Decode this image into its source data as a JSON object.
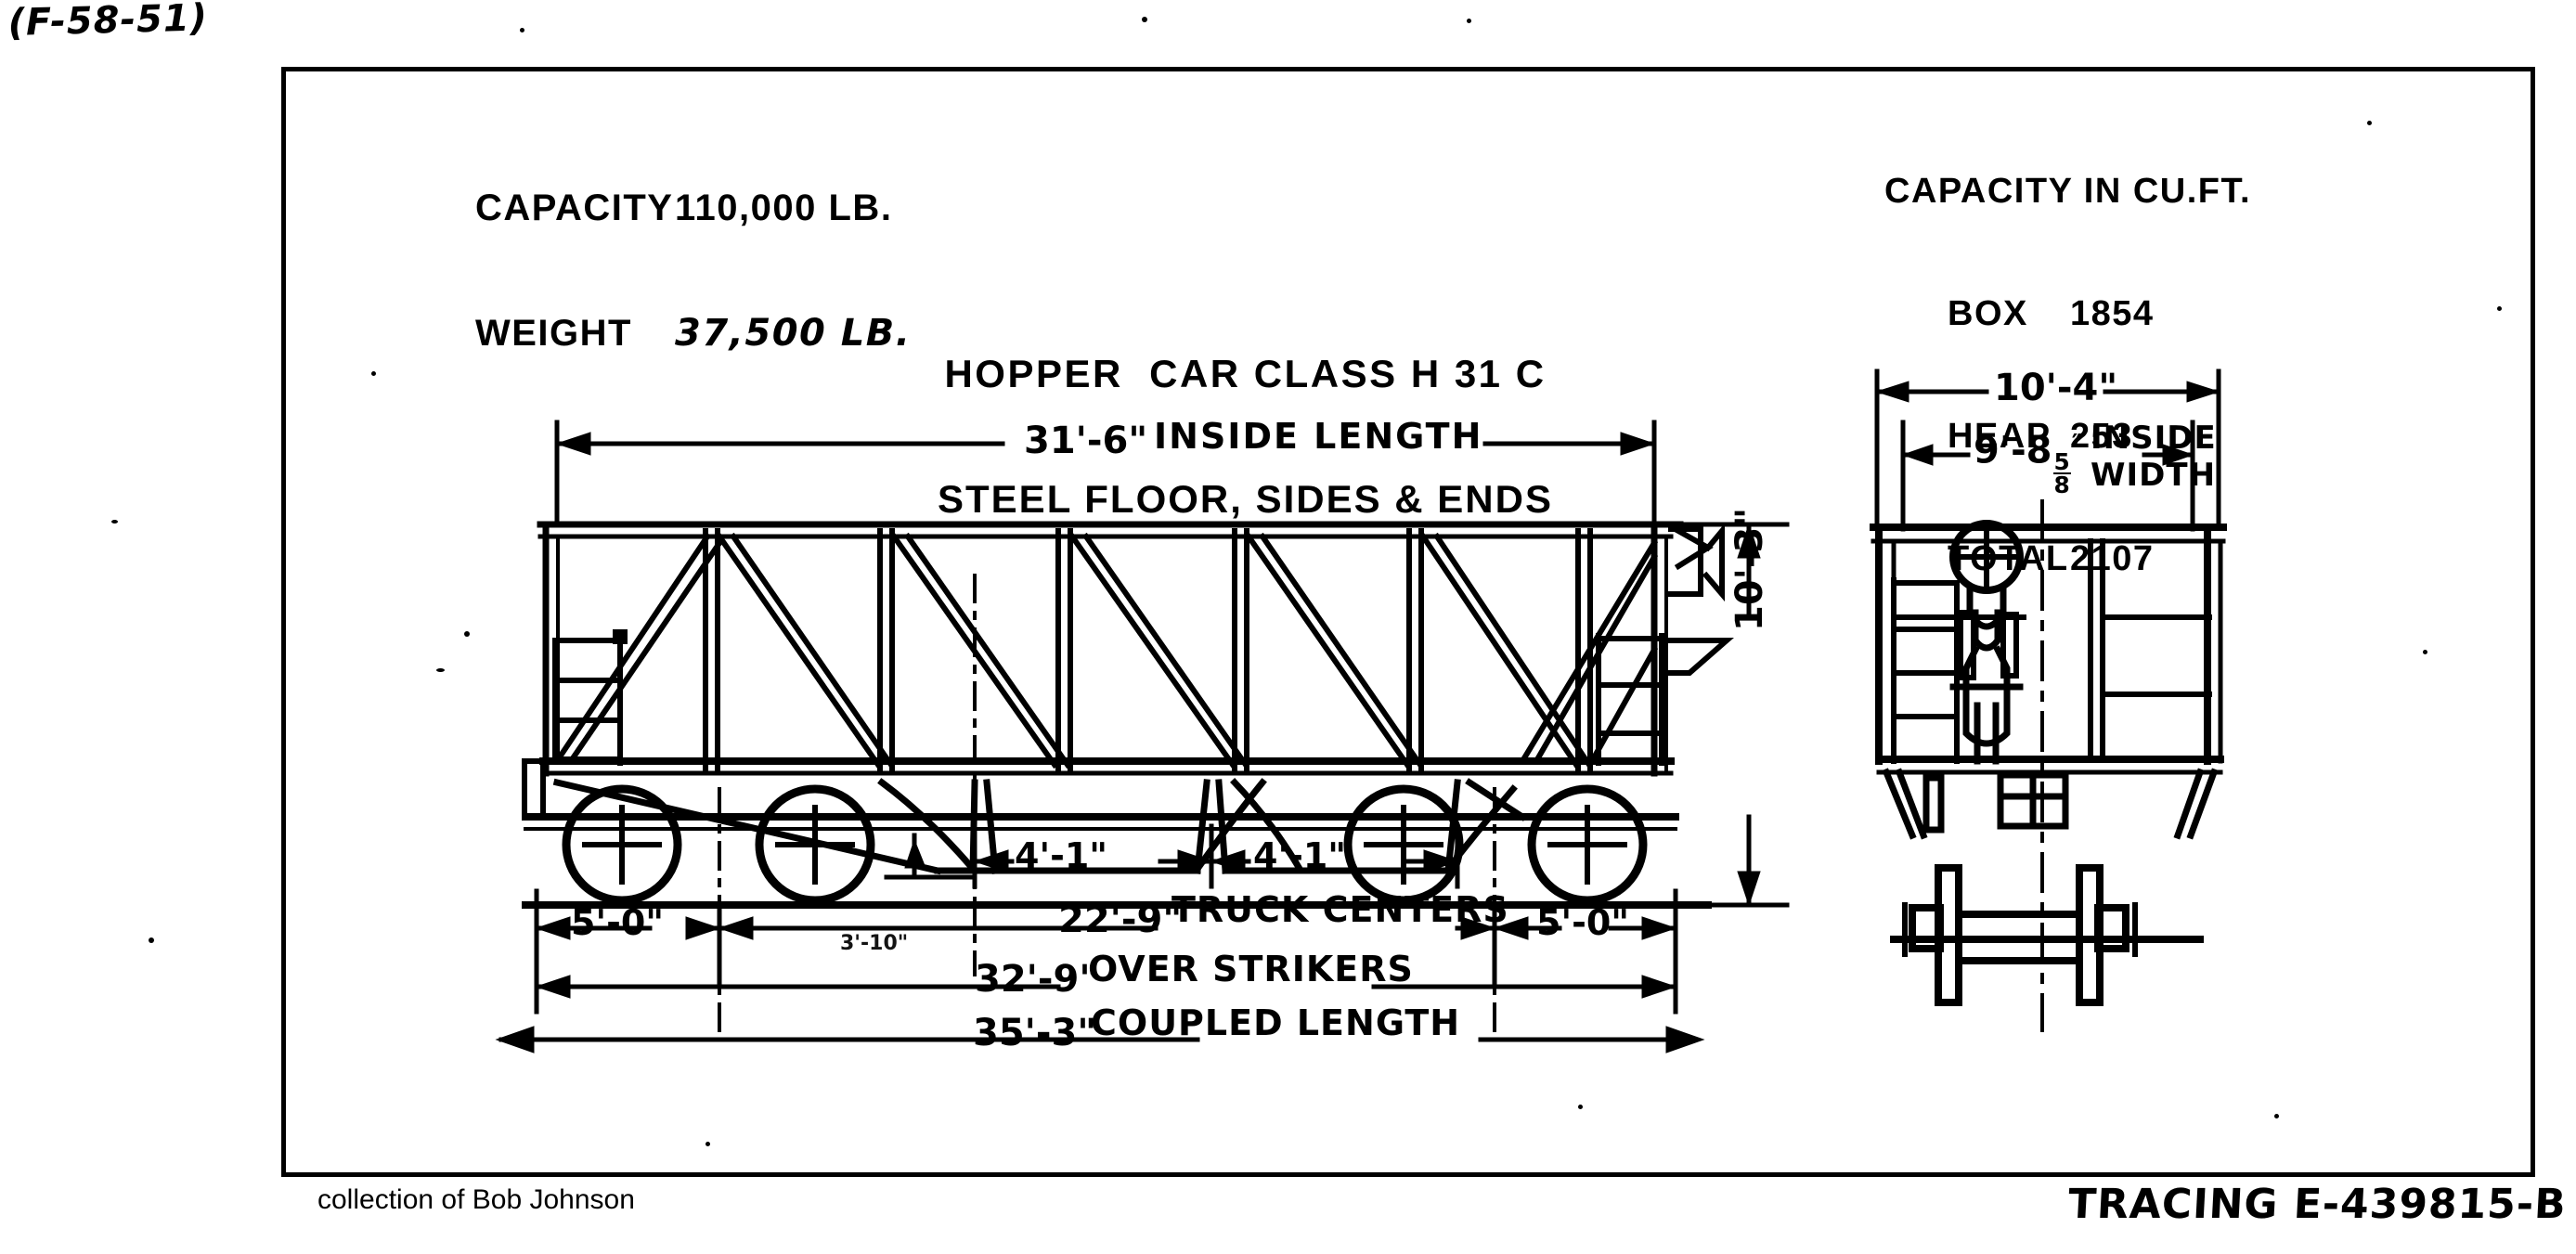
{
  "page": {
    "hand_note": "(F-58-51)",
    "collection_credit": "collection of Bob Johnson",
    "tracing_number": "TRACING E-439815-B"
  },
  "capacity_block": {
    "capacity_label": "CAPACITY",
    "capacity_value": "110,000 LB.",
    "weight_label": "WEIGHT",
    "weight_value": "37,500 LB."
  },
  "cubic_capacity_block": {
    "heading": "CAPACITY IN CU.FT.",
    "rows": [
      {
        "label": "BOX",
        "value": "1854"
      },
      {
        "label": "HEAP",
        "value": "253"
      },
      {
        "label": "TOTAL",
        "value": "2107"
      }
    ]
  },
  "title": {
    "line1": "HOPPER  CAR CLASS H 31 C",
    "line2": "STEEL FLOOR, SIDES & ENDS"
  },
  "dimensions": {
    "inside_length": "31'-6\" INSIDE LENGTH",
    "inside_length_value": "31'-6\"",
    "inside_length_label": "INSIDE LENGTH",
    "height_value": "10'-3\"",
    "hopper_left_value": "4'-1\"",
    "hopper_right_value": "4'-1\"",
    "overhang_left": "5'-0\"",
    "overhang_right": "5'-0\"",
    "truck_centers_value": "22'-9\"",
    "truck_centers_label": "TRUCK CENTERS",
    "over_strikers_value": "32'-9\"",
    "over_strikers_label": "OVER STRIKERS",
    "coupled_length_value": "35'-3\"",
    "coupled_length_label": "COUPLED LENGTH",
    "small_note": "3'-10\"",
    "end_width_overall": "10'-4\"",
    "inside_width_feet": "9'-8",
    "inside_width_frac_num": "5",
    "inside_width_frac_den": "8",
    "inside_width_label_line1": "INSIDE",
    "inside_width_label_line2": "WIDTH"
  },
  "colors": {
    "ink": "#000000",
    "paper": "#ffffff"
  }
}
